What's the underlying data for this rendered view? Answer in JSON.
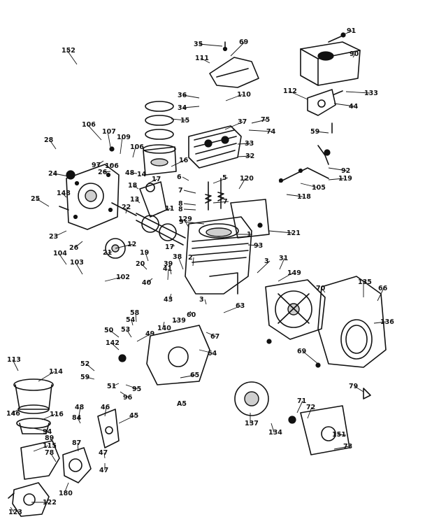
{
  "callouts": [
    {
      "label": "152"
    },
    {
      "label": "35"
    },
    {
      "label": "69"
    },
    {
      "label": "111"
    },
    {
      "label": "91"
    },
    {
      "label": "90"
    },
    {
      "label": "36"
    },
    {
      "label": "110"
    },
    {
      "label": "112"
    },
    {
      "label": "133"
    },
    {
      "label": "34"
    },
    {
      "label": "44"
    },
    {
      "label": "15"
    },
    {
      "label": "37"
    },
    {
      "label": "75"
    },
    {
      "label": "74"
    },
    {
      "label": "59"
    },
    {
      "label": "106"
    },
    {
      "label": "107"
    },
    {
      "label": "109"
    },
    {
      "label": "106"
    },
    {
      "label": "28"
    },
    {
      "label": "97"
    },
    {
      "label": "106"
    },
    {
      "label": "33"
    },
    {
      "label": "32"
    },
    {
      "label": "92"
    },
    {
      "label": "26"
    },
    {
      "label": "48"
    },
    {
      "label": "16"
    },
    {
      "label": "14"
    },
    {
      "label": "24"
    },
    {
      "label": "6"
    },
    {
      "label": "5"
    },
    {
      "label": "120"
    },
    {
      "label": "119"
    },
    {
      "label": "17"
    },
    {
      "label": "18"
    },
    {
      "label": "105"
    },
    {
      "label": "148"
    },
    {
      "label": "7"
    },
    {
      "label": "118"
    },
    {
      "label": "25"
    },
    {
      "label": "13"
    },
    {
      "label": "22"
    },
    {
      "label": "8"
    },
    {
      "label": "7"
    },
    {
      "label": "8"
    },
    {
      "label": "11"
    },
    {
      "label": "9"
    },
    {
      "label": "129"
    },
    {
      "label": "121"
    },
    {
      "label": "23"
    },
    {
      "label": "12"
    },
    {
      "label": "1"
    },
    {
      "label": "26"
    },
    {
      "label": "17"
    },
    {
      "label": "93"
    },
    {
      "label": "21"
    },
    {
      "label": "104"
    },
    {
      "label": "19"
    },
    {
      "label": "2"
    },
    {
      "label": "38"
    },
    {
      "label": "39"
    },
    {
      "label": "31"
    },
    {
      "label": "103"
    },
    {
      "label": "20"
    },
    {
      "label": "3"
    },
    {
      "label": "149"
    },
    {
      "label": "102"
    },
    {
      "label": "41"
    },
    {
      "label": "40"
    },
    {
      "label": "43"
    },
    {
      "label": "70"
    },
    {
      "label": "135"
    },
    {
      "label": "66"
    },
    {
      "label": "58"
    },
    {
      "label": "3"
    },
    {
      "label": "60"
    },
    {
      "label": "63"
    },
    {
      "label": "136"
    },
    {
      "label": "54"
    },
    {
      "label": "139"
    },
    {
      "label": "140"
    },
    {
      "label": "50"
    },
    {
      "label": "53"
    },
    {
      "label": "49"
    },
    {
      "label": "67"
    },
    {
      "label": "142"
    },
    {
      "label": "69"
    },
    {
      "label": "113"
    },
    {
      "label": "64"
    },
    {
      "label": "114"
    },
    {
      "label": "52"
    },
    {
      "label": "59"
    },
    {
      "label": "51"
    },
    {
      "label": "95"
    },
    {
      "label": "65"
    },
    {
      "label": "96"
    },
    {
      "label": "79"
    },
    {
      "label": "146"
    },
    {
      "label": "A5"
    },
    {
      "label": "48"
    },
    {
      "label": "46"
    },
    {
      "label": "116"
    },
    {
      "label": "45"
    },
    {
      "label": "137"
    },
    {
      "label": "71"
    },
    {
      "label": "72"
    },
    {
      "label": "94"
    },
    {
      "label": "84"
    },
    {
      "label": "134"
    },
    {
      "label": "47"
    },
    {
      "label": "151"
    },
    {
      "label": "89"
    },
    {
      "label": "115"
    },
    {
      "label": "87"
    },
    {
      "label": "78"
    },
    {
      "label": "73"
    },
    {
      "label": "47"
    },
    {
      "label": "180"
    },
    {
      "label": "122"
    },
    {
      "label": "123"
    }
  ]
}
